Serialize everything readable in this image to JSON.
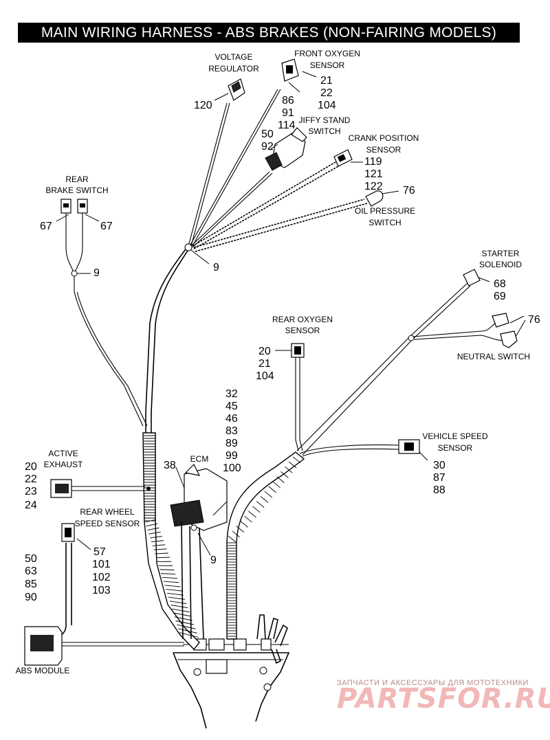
{
  "title": "MAIN WIRING HARNESS - ABS BRAKES (NON-FAIRING MODELS)",
  "labels": {
    "voltage_regulator": [
      "VOLTAGE",
      "REGULATOR"
    ],
    "front_oxygen_sensor": [
      "FRONT OXYGEN",
      "SENSOR"
    ],
    "jiffy_stand_switch": [
      "JIFFY STAND",
      "SWITCH"
    ],
    "crank_position_sensor": [
      "CRANK POSITION",
      "SENSOR"
    ],
    "oil_pressure_switch": [
      "OIL PRESSURE",
      "SWITCH"
    ],
    "rear_brake_switch": [
      "REAR",
      "BRAKE SWITCH"
    ],
    "starter_solenoid": [
      "STARTER",
      "SOLENOID"
    ],
    "neutral_switch": "NEUTRAL SWITCH",
    "rear_oxygen_sensor": [
      "REAR OXYGEN",
      "SENSOR"
    ],
    "vehicle_speed_sensor": [
      "VEHICLE SPEED",
      "SENSOR"
    ],
    "active_exhaust": [
      "ACTIVE",
      "EXHAUST"
    ],
    "ecm": "ECM",
    "rear_wheel_speed_sensor": [
      "REAR WHEEL",
      "SPEED SENSOR"
    ],
    "abs_module": "ABS MODULE"
  },
  "callouts": {
    "voltage_regulator": [
      "120"
    ],
    "front_oxygen_sensor": [
      "21",
      "22",
      "104"
    ],
    "harness_upper": [
      "86",
      "91",
      "114"
    ],
    "jiffy_stand_switch": [
      "50",
      "92"
    ],
    "crank_position_sensor": [
      "119",
      "121",
      "122"
    ],
    "oil_pressure_switch": [
      "76"
    ],
    "rear_brake_switch_left": [
      "67"
    ],
    "rear_brake_switch_right": [
      "67"
    ],
    "rear_brake_clip": [
      "9"
    ],
    "main_clip": [
      "9"
    ],
    "starter_solenoid": [
      "68",
      "69"
    ],
    "neutral_switch": [
      "76"
    ],
    "rear_oxygen_sensor": [
      "20",
      "21",
      "104"
    ],
    "ecm_group": [
      "32",
      "45",
      "46",
      "83",
      "89",
      "99",
      "100"
    ],
    "ecm_bracket": [
      "38"
    ],
    "vehicle_speed_sensor": [
      "30",
      "87",
      "88"
    ],
    "active_exhaust": [
      "20",
      "22",
      "23",
      "24"
    ],
    "ecm_clip": [
      "9"
    ],
    "rear_wheel_speed_sensor": [
      "57",
      "101",
      "102",
      "103"
    ],
    "abs_module": [
      "50",
      "63",
      "85",
      "90"
    ]
  },
  "watermark": {
    "tagline": "ЗАПЧАСТИ И АКСЕССУАРЫ ДЛЯ МОТОТЕХНИКИ",
    "brand": "PARTSFOR.RU"
  }
}
